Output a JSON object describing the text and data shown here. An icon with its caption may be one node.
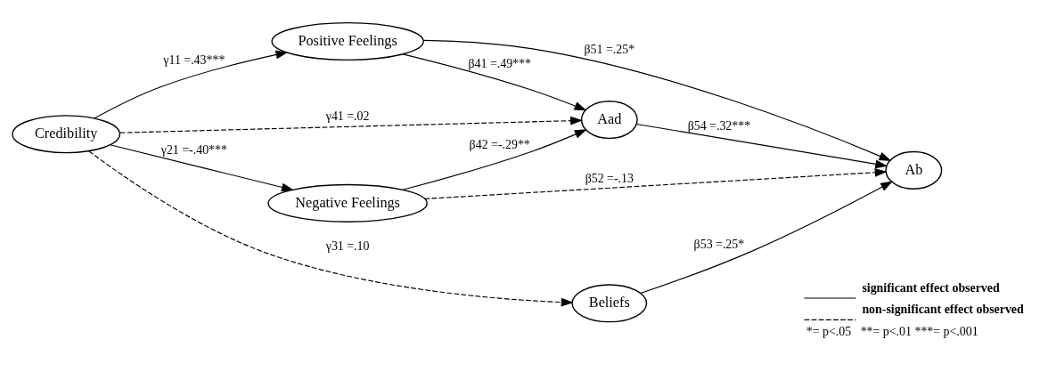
{
  "diagram": {
    "nodes": [
      {
        "text": [
          "Credibility"
        ]
      },
      {
        "text": [
          "Positive Feelings"
        ]
      },
      {
        "text": [
          "Negative Feelings"
        ]
      },
      {
        "text": [
          "Aad"
        ]
      },
      {
        "text": [
          "Beliefs"
        ]
      },
      {
        "text": [
          "Ab"
        ]
      }
    ],
    "edges": [
      {
        "from": 0,
        "to": 3,
        "arrow": "to",
        "label": "γ41 =.02",
        "style": "dashed"
      },
      {
        "from": 0,
        "to": 1,
        "arrow": "to",
        "label": "γ11 =.43***"
      },
      {
        "from": 0,
        "to": 2,
        "arrow": "to",
        "label": "γ21 =-.40***"
      },
      {
        "from": 0,
        "to": 4,
        "arrow": "to",
        "label": "γ31 =.10",
        "style": "dashed"
      },
      {
        "from": 1,
        "to": 3,
        "arrow": "to",
        "label": "β41 =.49***"
      },
      {
        "from": 2,
        "to": 3,
        "arrow": "to",
        "label": "β42 =-.29**"
      },
      {
        "from": 1,
        "to": 5,
        "arrow": "to",
        "label": "β51 =.25*"
      },
      {
        "from": 3,
        "to": 5,
        "arrow": "to",
        "label": "β54 =.32***"
      },
      {
        "from": 2,
        "to": 5,
        "arrow": "to",
        "label": "β52 =-.13",
        "style": "dashed"
      },
      {
        "from": 4,
        "to": 5,
        "arrow": "to",
        "label": "β53 =.25*"
      }
    ],
    "labels": [
      "*= p<.05   **= p<.01 ***= p<.001"
    ],
    "legend": [
      {
        "text": "significant effect observed"
      },
      {
        "text": "non-significant effect observed"
      }
    ]
  }
}
